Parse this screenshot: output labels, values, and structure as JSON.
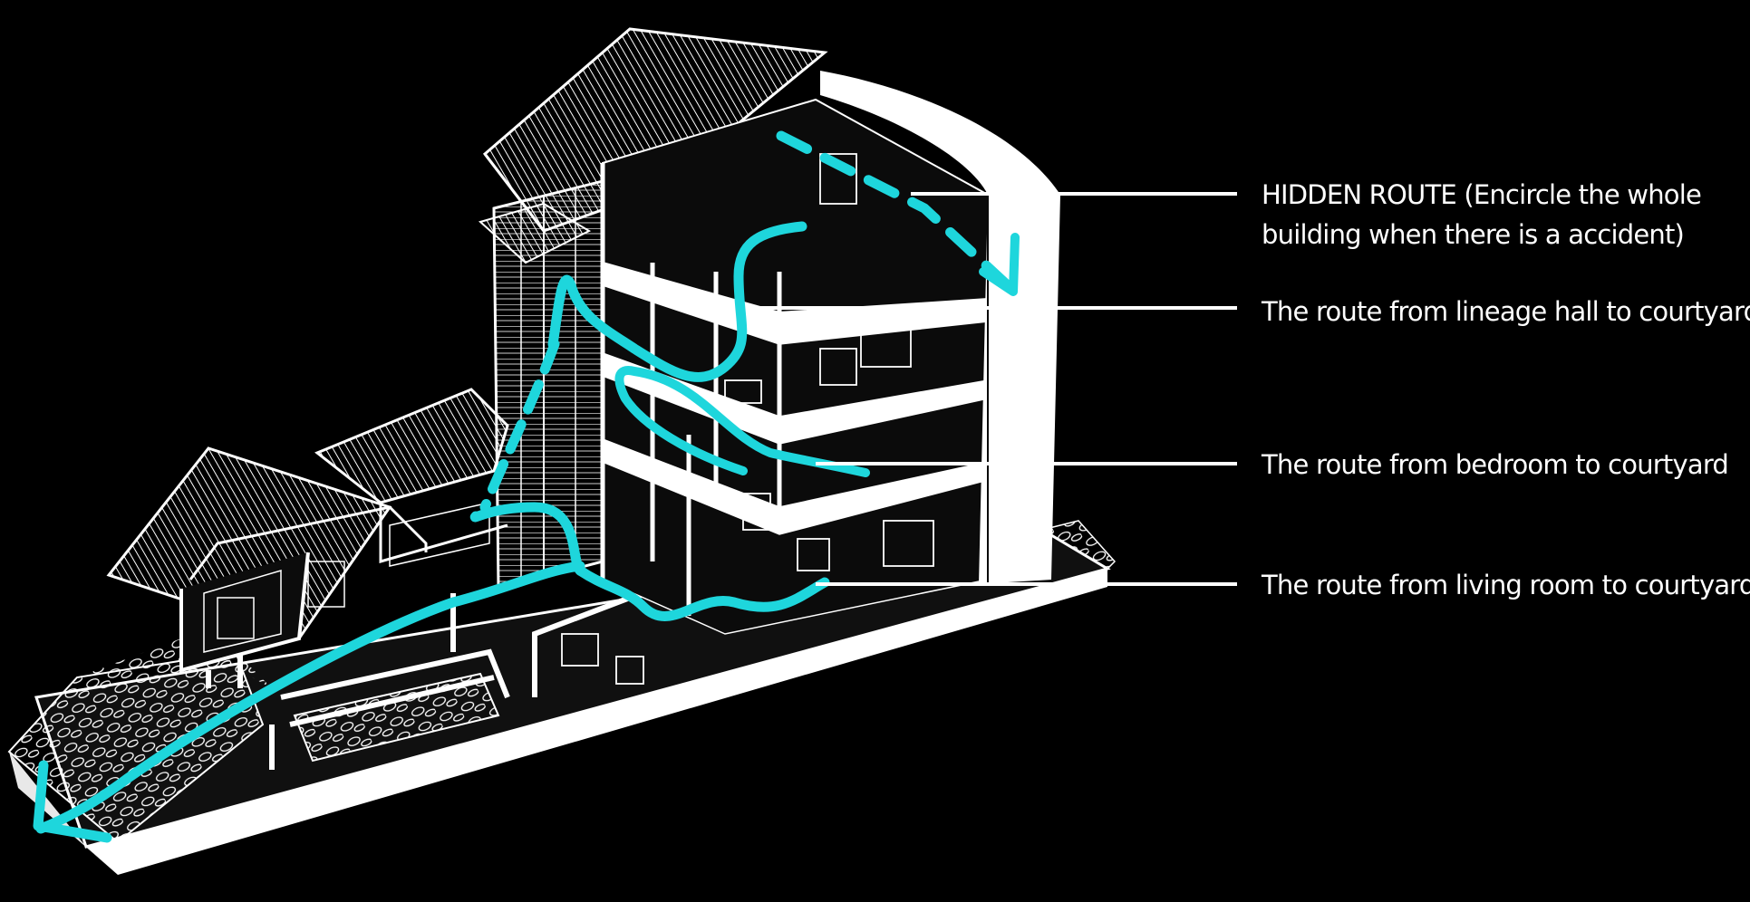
{
  "colors": {
    "background": "#000000",
    "drawing": "#ffffff",
    "route": "#1ed6dc"
  },
  "annotations": {
    "hidden_route": {
      "line1": "HIDDEN ROUTE (Encircle the whole",
      "line2": "building when there is a accident)"
    },
    "lineage_route": "The route from lineage hall to courtyard",
    "bedroom_route": "The route from bedroom to courtyard",
    "living_route": "The route from living room to courtyard"
  }
}
